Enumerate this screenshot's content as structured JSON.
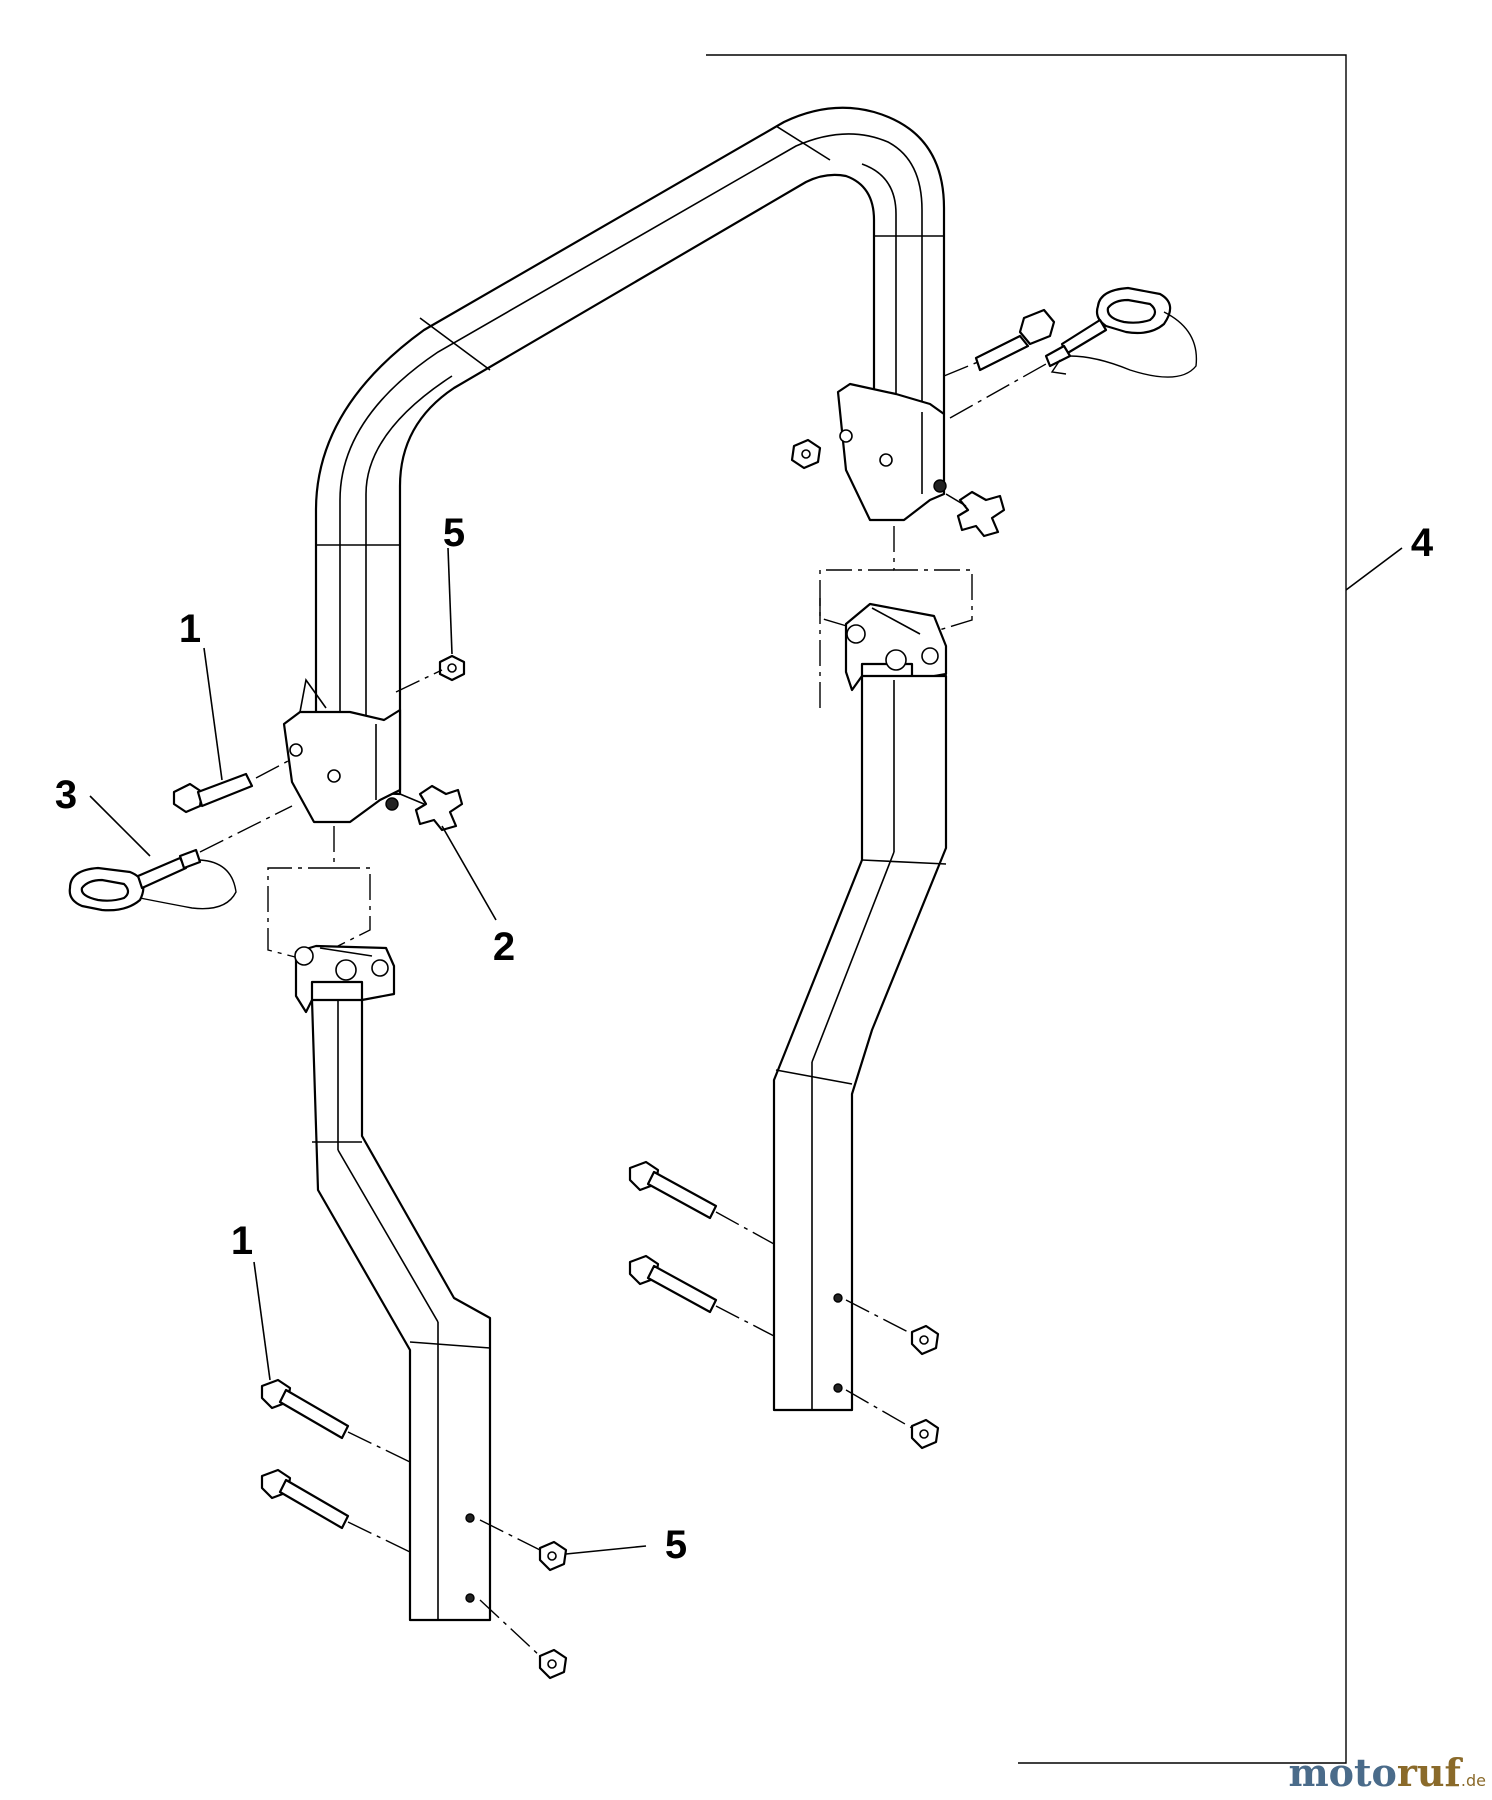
{
  "diagram": {
    "callouts": [
      {
        "id": "c1a",
        "label": "1"
      },
      {
        "id": "c1b",
        "label": "1"
      },
      {
        "id": "c2",
        "label": "2"
      },
      {
        "id": "c3",
        "label": "3"
      },
      {
        "id": "c4",
        "label": "4"
      },
      {
        "id": "c5a",
        "label": "5"
      },
      {
        "id": "c5b",
        "label": "5"
      }
    ]
  },
  "watermark": {
    "brand_mo": "moto",
    "brand_ruf": "ruf",
    "suffix": ".de",
    "colors": {
      "mo": "#4a6b8a",
      "ruf": "#8a6a2a"
    }
  }
}
